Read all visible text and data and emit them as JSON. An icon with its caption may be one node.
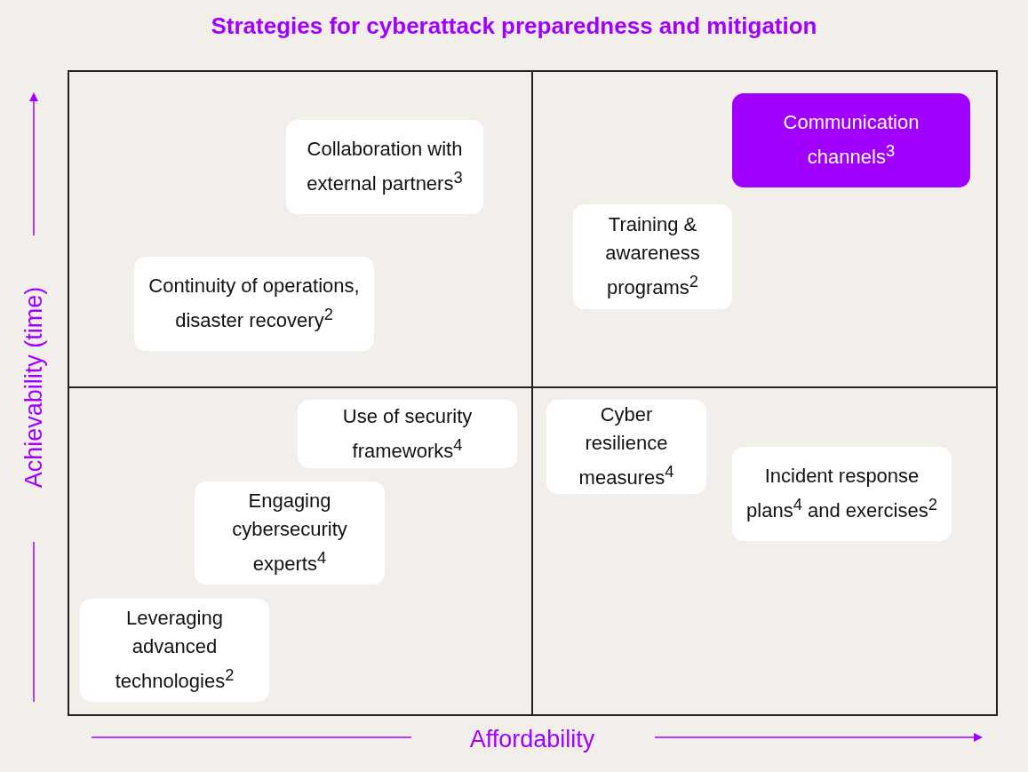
{
  "diagram": {
    "title": "Strategies for cyberattack preparedness and mitigation",
    "nodes": [
      {
        "text": [
          "Communication channels$^{3}$"
        ]
      },
      {
        "text": [
          "Collaboration with external partners$^{3}$"
        ]
      },
      {
        "text": [
          "Training & awareness programs$^{2}$"
        ]
      },
      {
        "text": [
          "Continuity of operations, disaster recovery$^{2}$"
        ]
      },
      {
        "text": [
          "Use of security frameworks$^{4}$"
        ]
      },
      {
        "text": [
          "Cyber resilience measures$^{4}$"
        ]
      },
      {
        "text": [
          "Incident response plans$^{4}$ and exercises$^{2}$"
        ]
      },
      {
        "text": [
          "Engaging cybersecurity experts$^{4}$"
        ]
      },
      {
        "text": [
          "Leveraging advanced technologies$^{2}$"
        ]
      }
    ],
    "labels": [
      "Achievability (time)",
      "Affordability"
    ]
  }
}
